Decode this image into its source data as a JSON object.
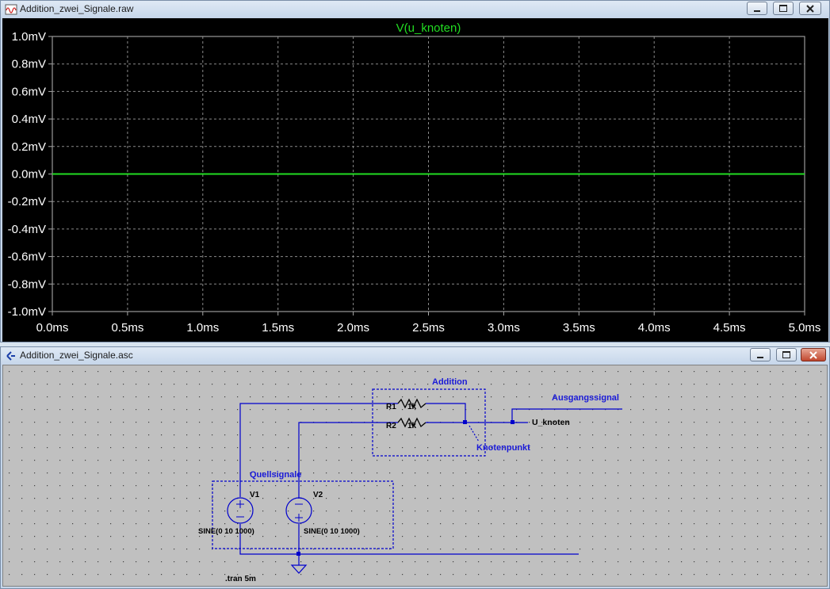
{
  "plot_window": {
    "title": "Addition_zwei_Signale.raw"
  },
  "schematic_window": {
    "title": "Addition_zwei_Signale.asc"
  },
  "chart_data": {
    "type": "line",
    "title": "V(u_knoten)",
    "xlabel": "",
    "ylabel": "",
    "x_ticks": [
      "0.0ms",
      "0.5ms",
      "1.0ms",
      "1.5ms",
      "2.0ms",
      "2.5ms",
      "3.0ms",
      "3.5ms",
      "4.0ms",
      "4.5ms",
      "5.0ms"
    ],
    "y_ticks": [
      "1.0mV",
      "0.8mV",
      "0.6mV",
      "0.4mV",
      "0.2mV",
      "0.0mV",
      "-0.2mV",
      "-0.4mV",
      "-0.6mV",
      "-0.8mV",
      "-1.0mV"
    ],
    "xlim": [
      0,
      5
    ],
    "ylim": [
      -1.0,
      1.0
    ],
    "grid": true,
    "series": [
      {
        "name": "V(u_knoten)",
        "color": "#22dd22",
        "x": [
          0,
          5
        ],
        "y": [
          0,
          0
        ]
      }
    ]
  },
  "schematic": {
    "labels": {
      "addition": "Addition",
      "ausgangssignal": "Ausgangssignal",
      "knotenpunkt": "Knotenpunkt",
      "quellsignale": "Quellsignale",
      "u_knoten": "U_knoten",
      "r1": "R1",
      "r1_value": "1k",
      "r2": "R2",
      "r2_value": "1k",
      "v1": "V1",
      "v1_value": "SINE(0 10 1000)",
      "v2": "V2",
      "v2_value": "SINE(0 10 1000)",
      "tran": ".tran 5m"
    },
    "colors": {
      "wire": "#0000cc",
      "text_blue": "#1a1ad8",
      "text_black": "#000000"
    }
  }
}
